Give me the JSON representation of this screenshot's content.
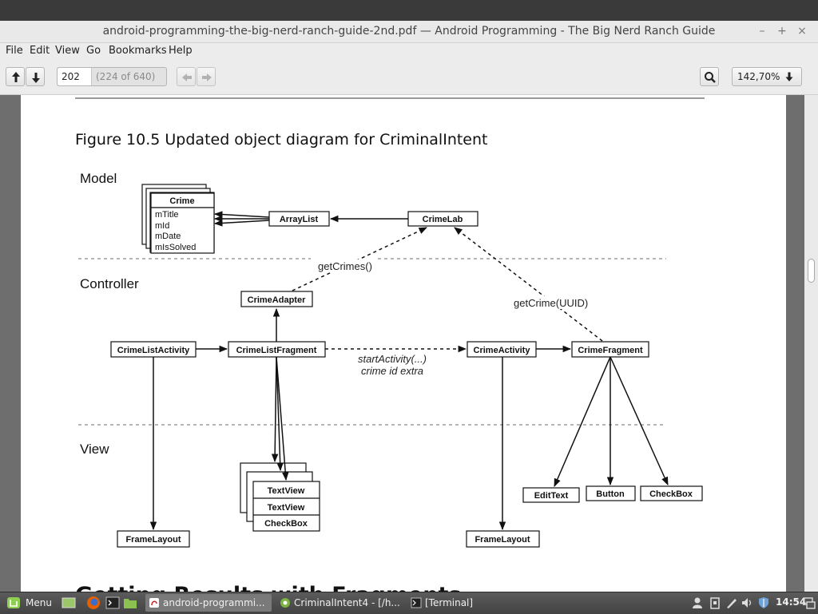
{
  "window": {
    "title": "android-programming-the-big-nerd-ranch-guide-2nd.pdf — Android Programming - The Big Nerd Ranch Guide",
    "minimize": "–",
    "maximize": "+",
    "close": "×"
  },
  "menu": [
    "File",
    "Edit",
    "View",
    "Go",
    "Bookmarks",
    "Help"
  ],
  "toolbar": {
    "page_value": "202",
    "page_count": "(224 of 640)",
    "zoom": "142,70%"
  },
  "document": {
    "figure_caption": "Figure 10.5  Updated object diagram for CriminalIntent",
    "next_heading": "Getting Results with Fragments",
    "diagram": {
      "sections": {
        "model": "Model",
        "controller": "Controller",
        "view": "View"
      },
      "crime_class": {
        "name": "Crime",
        "fields": [
          "mTitle",
          "mId",
          "mDate",
          "mIsSolved"
        ]
      },
      "nodes": {
        "arraylist": "ArrayList",
        "crimelab": "CrimeLab",
        "crimeadapter": "CrimeAdapter",
        "crimelistactivity": "CrimeListActivity",
        "crimelistfragment": "CrimeListFragment",
        "crimeactivity": "CrimeActivity",
        "crimefragment": "CrimeFragment",
        "framelayout_left": "FrameLayout",
        "framelayout_right": "FrameLayout",
        "textview_1": "TextView",
        "textview_2": "TextView",
        "checkbox_list": "CheckBox",
        "edittext": "EditText",
        "button": "Button",
        "checkbox": "CheckBox"
      },
      "edge_labels": {
        "get_crimes": "getCrimes()",
        "get_crime": "getCrime(UUID)",
        "start_activity": "startActivity(...)",
        "crime_id_extra": "crime id extra"
      }
    }
  },
  "taskbar": {
    "menu_label": "Menu",
    "tasks": [
      "android-programmi...",
      "CriminalIntent4 - [/h...",
      "[Terminal]"
    ],
    "clock": "14:54"
  }
}
